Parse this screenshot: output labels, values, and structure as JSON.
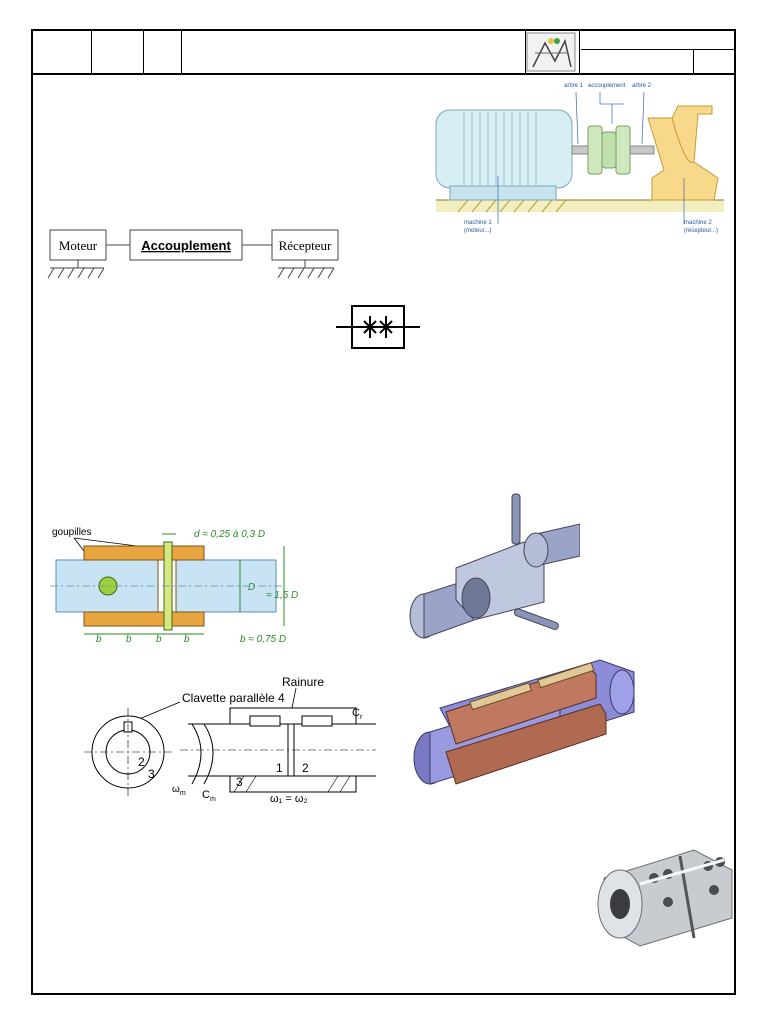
{
  "diagram_top": {
    "label_arbre1": "arbre 1",
    "label_accouplement": "accouplement",
    "label_arbre2": "arbre 2",
    "label_machine1": "machine 1",
    "label_machine1_sub": "(moteur...)",
    "label_machine2": "machine 2",
    "label_machine2_sub": "(récepteur...)"
  },
  "block_diagram": {
    "moteur": "Moteur",
    "accouplement": "Accouplement",
    "recepteur": "Récepteur"
  },
  "pinned_coupling": {
    "label_goupilles": "goupilles",
    "dim_d": "d ≈ 0,25 à 0,3 D",
    "dim_D": "D",
    "dim_15D": "≈ 1,5 D",
    "dim_b": "b",
    "dim_b075": "b ≈ 0,75 D"
  },
  "keyed_coupling": {
    "label_rainure": "Rainure",
    "label_clavette": "Clavette parallèle 4",
    "label_cr": "C",
    "label_cr_sub": "r",
    "label_cm": "C",
    "label_cm_sub": "m",
    "label_wm": "ω",
    "label_wm_sub": "m",
    "n1": "1",
    "n2": "2",
    "n3": "3",
    "n2b": "2",
    "n3b": "3",
    "omega_eq": "ω₁ = ω₂"
  }
}
